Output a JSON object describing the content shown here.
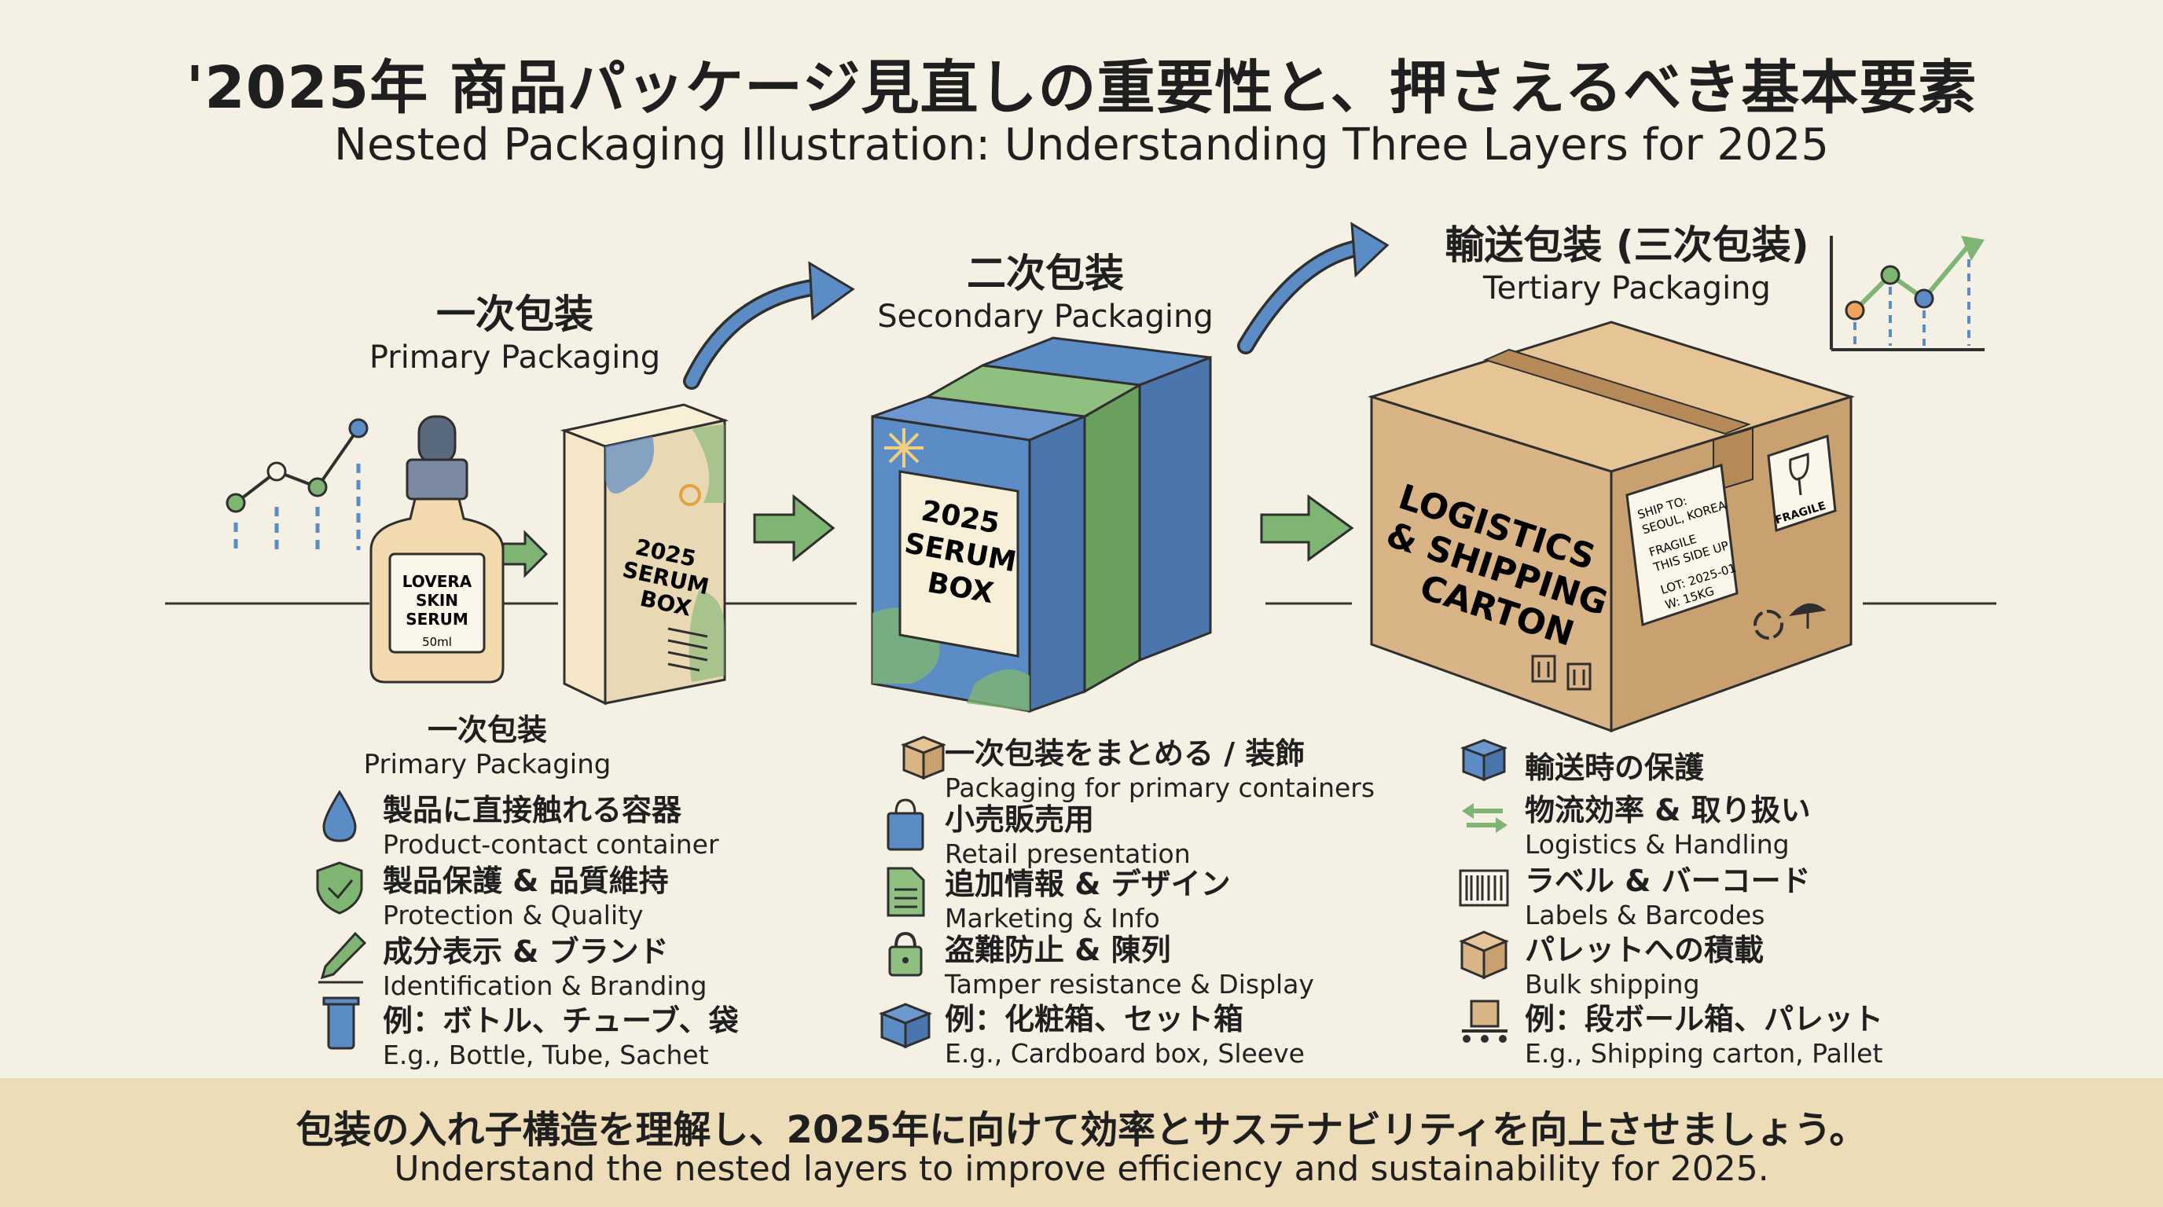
{
  "header": {
    "title_jp": "'2025年 商品パッケージ見直しの重要性と、押さえるべき基本要素",
    "title_en": "Nested Packaging Illustration: Understanding Three Layers for 2025"
  },
  "stages": {
    "primary": {
      "jp": "一次包装",
      "en": "Primary Packaging"
    },
    "secondary": {
      "jp": "二次包装",
      "en": "Secondary Packaging"
    },
    "tertiary": {
      "jp": "輸送包装 (三次包装)",
      "en": "Tertiary Packaging"
    }
  },
  "bottle_label": {
    "line1": "LOVERA",
    "line2": "SKIN",
    "line3": "SERUM",
    "volume": "50ml"
  },
  "serum_box_label": {
    "line1": "2025",
    "line2": "SERUM",
    "line3": "BOX"
  },
  "carton": {
    "line1": "LOGISTICS",
    "line2": "& SHIPPING",
    "line3": "CARTON",
    "ship_label": [
      "SHIP TO:",
      "SEOUL, KOREA",
      "FRAGILE",
      "THIS SIDE UP",
      "LOT: 2025-01",
      "W: 15KG"
    ],
    "fragile_label": "FRAGILE"
  },
  "primary_section": {
    "heading_jp": "一次包装",
    "heading_en": "Primary Packaging",
    "features": [
      {
        "icon": "droplet-icon",
        "jp": "製品に直接触れる容器",
        "en": "Product-contact container"
      },
      {
        "icon": "shield-check-icon",
        "jp": "製品保護 & 品質維持",
        "en": "Protection & Quality"
      },
      {
        "icon": "pencil-icon",
        "jp": "成分表示 & ブランド",
        "en": "Identification & Branding"
      },
      {
        "icon": "tube-icon",
        "jp": "例：ボトル、チューブ、袋",
        "en": "E.g., Bottle, Tube, Sachet"
      }
    ]
  },
  "secondary_section": {
    "features": [
      {
        "icon": "box-icon",
        "jp": "一次包装をまとめる / 装飾",
        "en": "Packaging for primary containers"
      },
      {
        "icon": "shopping-bag-icon",
        "jp": "小売販売用",
        "en": "Retail presentation"
      },
      {
        "icon": "document-icon",
        "jp": "追加情報 & デザイン",
        "en": "Marketing & Info"
      },
      {
        "icon": "lock-icon",
        "jp": "盗難防止 & 陳列",
        "en": "Tamper resistance & Display"
      },
      {
        "icon": "cardboard-box-icon",
        "jp": "例：化粧箱、セット箱",
        "en": "E.g., Cardboard box, Sleeve"
      }
    ]
  },
  "tertiary_section": {
    "features": [
      {
        "icon": "cube-icon",
        "jp": "輸送時の保護",
        "en": ""
      },
      {
        "icon": "exchange-arrows-icon",
        "jp": "物流効率 & 取り扱い",
        "en": "Logistics & Handling"
      },
      {
        "icon": "barcode-icon",
        "jp": "ラベル & バーコード",
        "en": "Labels & Barcodes"
      },
      {
        "icon": "package-icon",
        "jp": "パレットへの積載",
        "en": "Bulk shipping"
      },
      {
        "icon": "pallet-icon",
        "jp": "例：段ボール箱、パレット",
        "en": "E.g., Shipping carton, Pallet"
      }
    ]
  },
  "footer": {
    "jp": "包装の入れ子構造を理解し、2025年に向けて効率とサステナビリティを向上させましょう。",
    "en": "Understand the nested layers to improve efficiency and sustainability for 2025."
  },
  "colors": {
    "background": "#f5f0e4",
    "blue": "#5b8cc6",
    "green": "#7fb573",
    "cardboard": "#d9b486",
    "footer_band": "#ecdcb8"
  }
}
